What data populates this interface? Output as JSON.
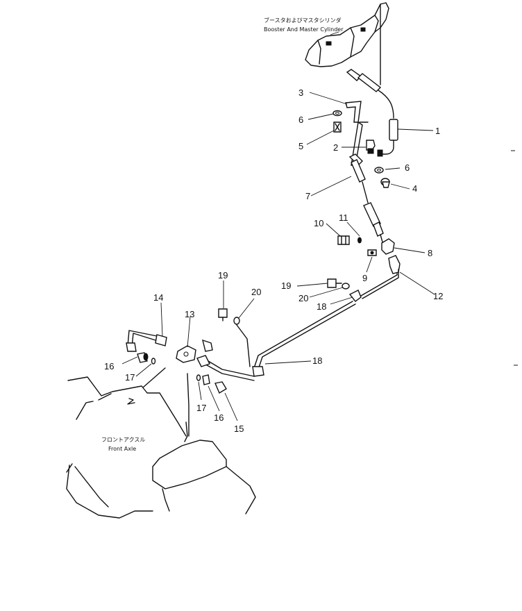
{
  "captions": {
    "booster_jp": "ブースタおよびマスタシリンダ",
    "booster_en": "Booster And Master Cylinder",
    "axle_jp": "フロントアクスル",
    "axle_en": "Front Axle"
  },
  "parts": {
    "p1": "1",
    "p2": "2",
    "p3": "3",
    "p4": "4",
    "p5": "5",
    "p6a": "6",
    "p6b": "6",
    "p7": "7",
    "p8": "8",
    "p9": "9",
    "p10": "10",
    "p11": "11",
    "p12": "12",
    "p13": "13",
    "p14": "14",
    "p15": "15",
    "p16a": "16",
    "p16b": "16",
    "p17a": "17",
    "p17b": "17",
    "p18a": "18",
    "p18b": "18",
    "p19a": "19",
    "p19b": "19",
    "p20a": "20",
    "p20b": "20"
  }
}
